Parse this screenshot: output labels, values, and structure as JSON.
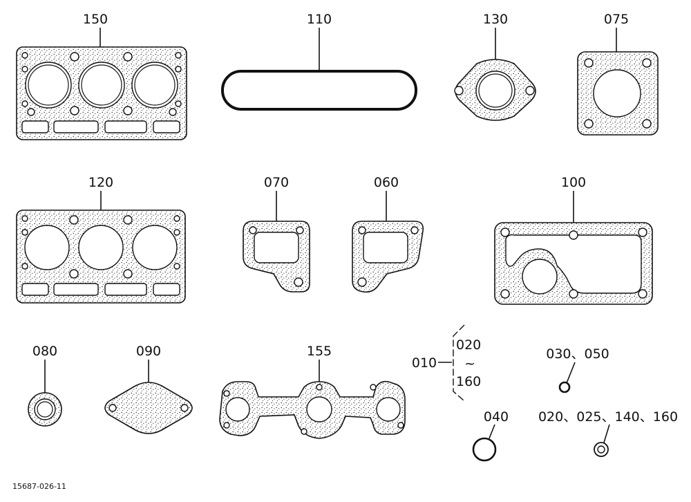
{
  "labels": {
    "p150": "150",
    "p110": "110",
    "p130": "130",
    "p075": "075",
    "p120": "120",
    "p070": "070",
    "p060": "060",
    "p100": "100",
    "p080": "080",
    "p090": "090",
    "p155": "155",
    "p010": "010",
    "p020_top": "020",
    "tilde": "~",
    "p160": "160",
    "p030_050": "030、050",
    "p040": "040",
    "p020_025_140_160": "020、025、140、160"
  },
  "footer": {
    "drawing_number": "15687-026-11"
  }
}
